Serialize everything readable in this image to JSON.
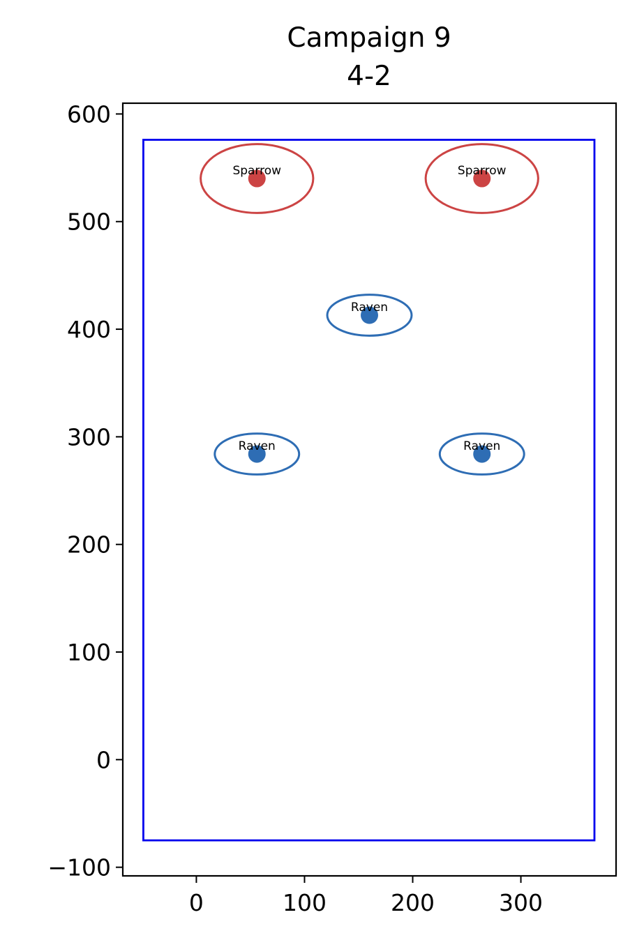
{
  "chart_data": {
    "type": "scatter",
    "title_lines": [
      "Campaign 9",
      "4-2"
    ],
    "xlabel": "",
    "ylabel": "",
    "xlim": [
      -68,
      388
    ],
    "ylim": [
      -108,
      610
    ],
    "xticks": [
      0,
      100,
      200,
      300
    ],
    "xtick_labels": [
      "0",
      "100",
      "200",
      "300"
    ],
    "yticks": [
      -100,
      0,
      100,
      200,
      300,
      400,
      500,
      600
    ],
    "ytick_labels": [
      "−100",
      "0",
      "100",
      "200",
      "300",
      "400",
      "500",
      "600"
    ],
    "grid": false,
    "boundary": {
      "x0": -49,
      "x1": 368,
      "y0": -75,
      "y1": 576,
      "color": "#0000ee"
    },
    "points": [
      {
        "label": "Sparrow",
        "x": 56,
        "y": 540,
        "rx": 52,
        "ry": 32,
        "color": "#cc4444"
      },
      {
        "label": "Sparrow",
        "x": 264,
        "y": 540,
        "rx": 52,
        "ry": 32,
        "color": "#cc4444"
      },
      {
        "label": "Raven",
        "x": 160,
        "y": 413,
        "rx": 39,
        "ry": 19,
        "color": "#2e6db4"
      },
      {
        "label": "Raven",
        "x": 56,
        "y": 284,
        "rx": 39,
        "ry": 19,
        "color": "#2e6db4"
      },
      {
        "label": "Raven",
        "x": 264,
        "y": 284,
        "rx": 39,
        "ry": 19,
        "color": "#2e6db4"
      }
    ]
  }
}
